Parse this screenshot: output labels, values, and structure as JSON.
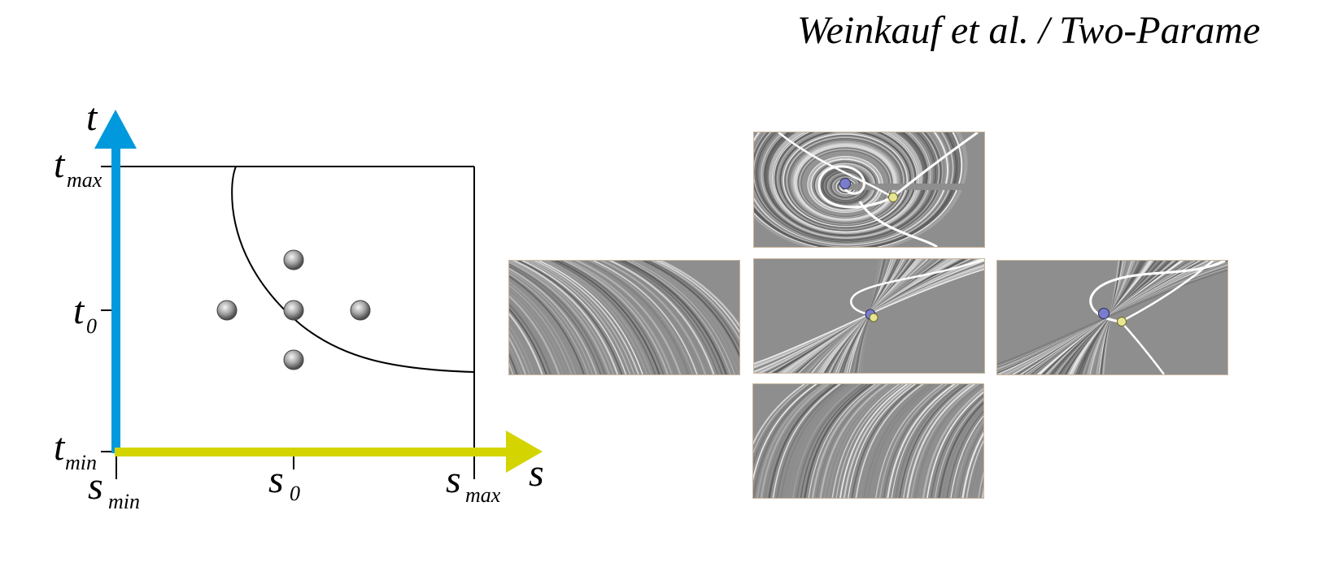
{
  "header": {
    "running_title": "Weinkauf et al. / Two-Parame"
  },
  "parameter_plot": {
    "axis_t": {
      "symbol": "t",
      "color": "#0099dd"
    },
    "axis_s": {
      "symbol": "s",
      "color": "#d4d400"
    },
    "labels": {
      "t_max": {
        "base": "t",
        "sub": "max"
      },
      "t_0": {
        "base": "t",
        "sub": "0"
      },
      "t_min": {
        "base": "t",
        "sub": "min"
      },
      "s_min": {
        "base": "s",
        "sub": "min"
      },
      "s_0": {
        "base": "s",
        "sub": "0"
      },
      "s_max": {
        "base": "s",
        "sub": "max"
      }
    },
    "sample_points": [
      "center",
      "up",
      "down",
      "left",
      "right"
    ]
  },
  "lic_panels": [
    {
      "position": "top",
      "critical_points": [
        "blue-sphere",
        "yellow-sphere"
      ]
    },
    {
      "position": "left",
      "critical_points": []
    },
    {
      "position": "center",
      "critical_points": [
        "blue-sphere",
        "yellow-sphere"
      ]
    },
    {
      "position": "right",
      "critical_points": [
        "blue-sphere",
        "yellow-sphere"
      ]
    },
    {
      "position": "bottom",
      "critical_points": []
    }
  ]
}
